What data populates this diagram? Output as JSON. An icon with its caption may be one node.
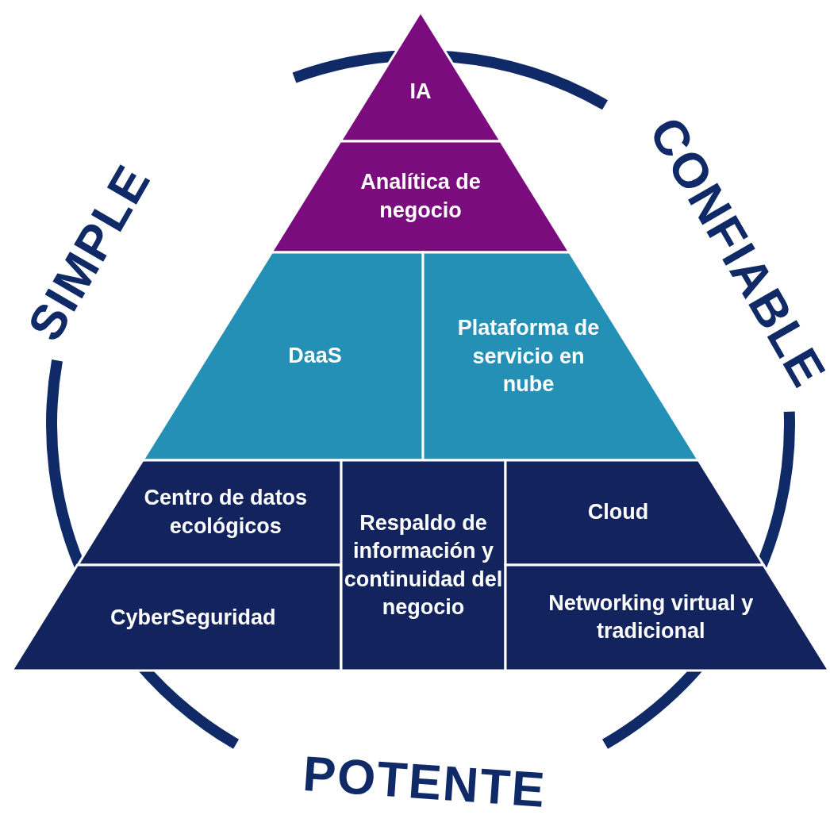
{
  "diagram": {
    "nodes": [
      {
        "text": [
          "IA"
        ]
      },
      {
        "text": [
          "Analítica de negocio"
        ]
      },
      {
        "text": [
          "DaaS"
        ]
      },
      {
        "text": [
          "Plataforma de servicio en nube"
        ]
      },
      {
        "text": [
          "Centro de datos ecológicos"
        ]
      },
      {
        "text": [
          "CyberSeguridad"
        ]
      },
      {
        "text": [
          "Respaldo de información y continuidad del negocio"
        ]
      },
      {
        "text": [
          "Cloud"
        ]
      },
      {
        "text": [
          "Networking virtual y tradicional"
        ]
      }
    ],
    "labels": [
      "SIMPLE",
      "CONFIABLE",
      "POTENTE"
    ]
  }
}
